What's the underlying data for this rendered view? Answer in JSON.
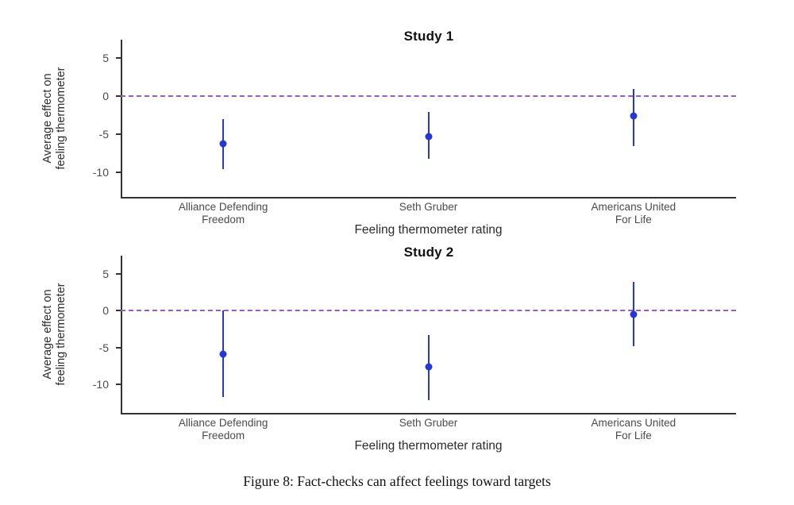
{
  "caption": "Figure 8: Fact-checks can affect feelings toward targets",
  "colors": {
    "point": "#2736d6",
    "errorbar": "#2736d6",
    "zero_line": "#9b59d0",
    "axis": "#333333",
    "text": "#2b2b2b"
  },
  "axis_titles": {
    "y_line1": "Average effect on",
    "y_line2": "feeling thermometer",
    "x": "Feeling thermometer rating"
  },
  "chart_data": [
    {
      "type": "scatter",
      "title": "Study 1",
      "xlabel": "Feeling thermometer rating",
      "ylabel": "Average effect on feeling thermometer",
      "ylim": [
        -12.6,
        6.8
      ],
      "yticks": [
        5,
        0,
        -5,
        -10
      ],
      "ytick_labels": [
        "5",
        "0",
        "-5",
        "-10"
      ],
      "grid": false,
      "legend": "none",
      "zero_reference_line": 0,
      "categories": [
        "Alliance Defending\nFreedom",
        "Seth Gruber",
        "Americans United\nFor Life"
      ],
      "category_lines": [
        [
          "Alliance Defending",
          "Freedom"
        ],
        [
          "Seth Gruber",
          ""
        ],
        [
          "Americans United",
          "For Life"
        ]
      ],
      "values": [
        -6.2,
        -5.3,
        -2.6
      ],
      "ci_low": [
        -9.6,
        -8.2,
        -6.5
      ],
      "ci_high": [
        -3.0,
        -2.1,
        1.0
      ]
    },
    {
      "type": "scatter",
      "title": "Study 2",
      "xlabel": "Feeling thermometer rating",
      "ylabel": "Average effect on feeling thermometer",
      "ylim": [
        -13.2,
        6.8
      ],
      "yticks": [
        5,
        0,
        -5,
        -10
      ],
      "ytick_labels": [
        "5",
        "0",
        "-5",
        "-10"
      ],
      "grid": false,
      "legend": "none",
      "zero_reference_line": 0,
      "categories": [
        "Alliance Defending\nFreedom",
        "Seth Gruber",
        "Americans United\nFor Life"
      ],
      "category_lines": [
        [
          "Alliance Defending",
          "Freedom"
        ],
        [
          "Seth Gruber",
          ""
        ],
        [
          "Americans United",
          "For Life"
        ]
      ],
      "values": [
        -5.9,
        -7.6,
        -0.5
      ],
      "ci_low": [
        -11.7,
        -12.1,
        -4.8
      ],
      "ci_high": [
        0.0,
        -3.3,
        3.9
      ]
    }
  ]
}
